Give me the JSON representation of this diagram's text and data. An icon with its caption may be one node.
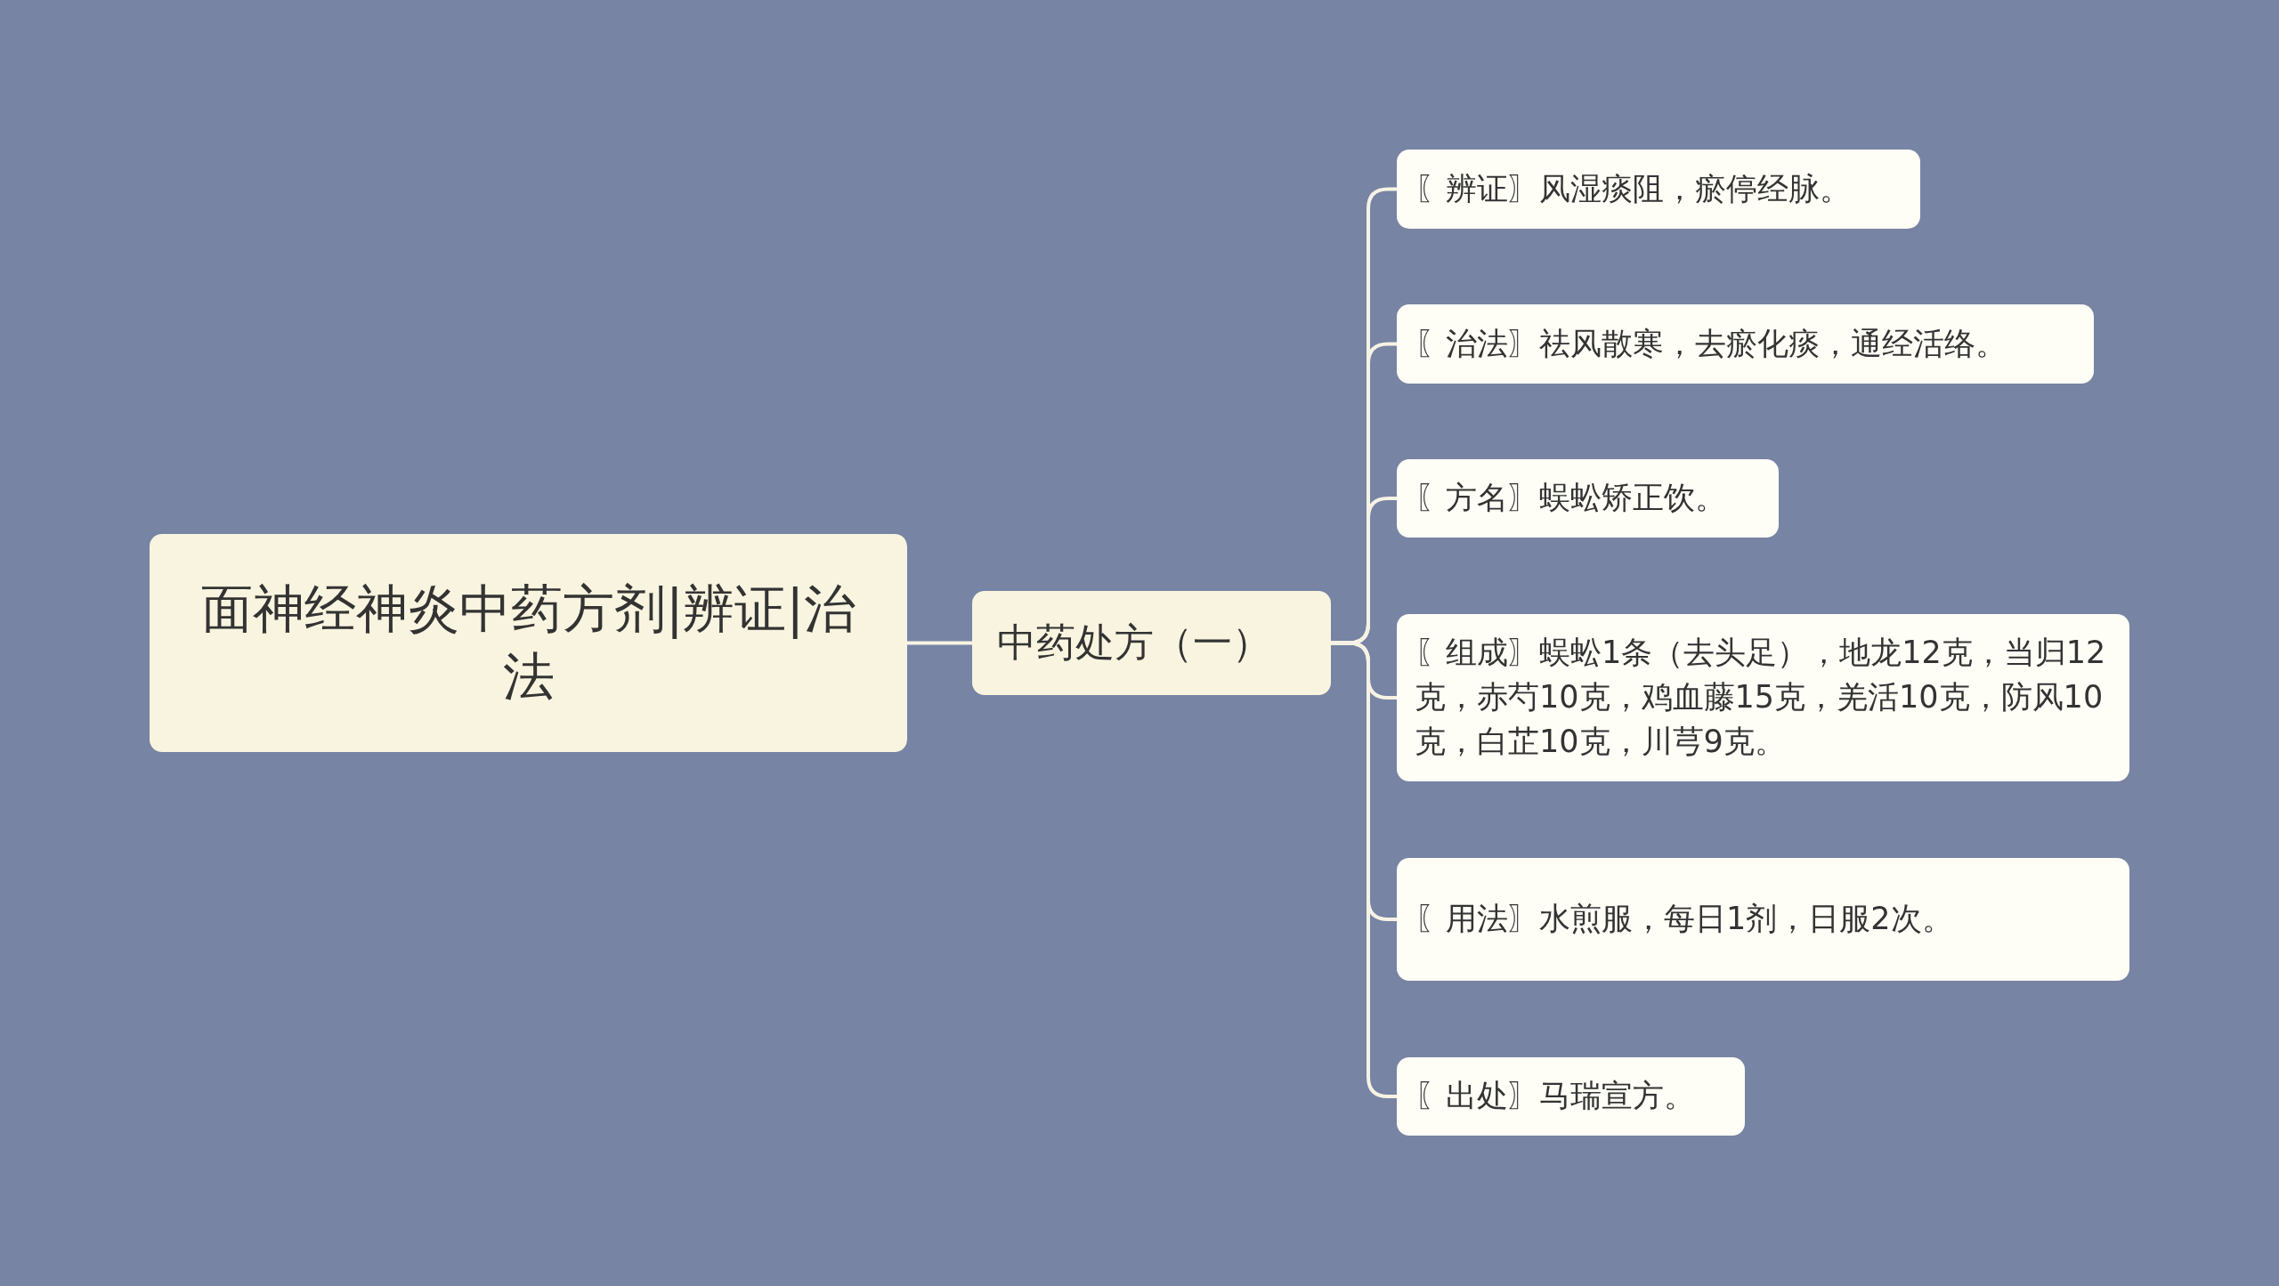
{
  "diagram": {
    "nodes": [
      {
        "text": [
          "面神经神炎中药方剂|辨证|治法"
        ]
      },
      {
        "text": [
          "中药处方（一）"
        ]
      },
      {
        "text": [
          "〖辨证〗风湿痰阻，瘀停经脉。"
        ]
      },
      {
        "text": [
          "〖治法〗祛风散寒，去瘀化痰，通经活络。"
        ]
      },
      {
        "text": [
          "〖方名〗蜈蚣矫正饮。"
        ]
      },
      {
        "text": [
          "〖组成〗蜈蚣1条（去头足），地龙12克，当归12克，赤芍10克，鸡血藤15克，羌活10克，防风10克，白芷10克，川芎9克。"
        ]
      },
      {
        "text": [
          "〖用法〗水煎服，每日1剂，日服2次。"
        ]
      },
      {
        "text": [
          "〖出处〗马瑞宣方。"
        ]
      }
    ],
    "edges": [
      {
        "from": 0,
        "to": 1,
        "arrow": "none"
      },
      {
        "from": 1,
        "to": 2,
        "arrow": "none"
      },
      {
        "from": 1,
        "to": 3,
        "arrow": "none"
      },
      {
        "from": 1,
        "to": 4,
        "arrow": "none"
      },
      {
        "from": 1,
        "to": 5,
        "arrow": "none"
      },
      {
        "from": 1,
        "to": 6,
        "arrow": "none"
      },
      {
        "from": 1,
        "to": 7,
        "arrow": "none"
      }
    ]
  }
}
